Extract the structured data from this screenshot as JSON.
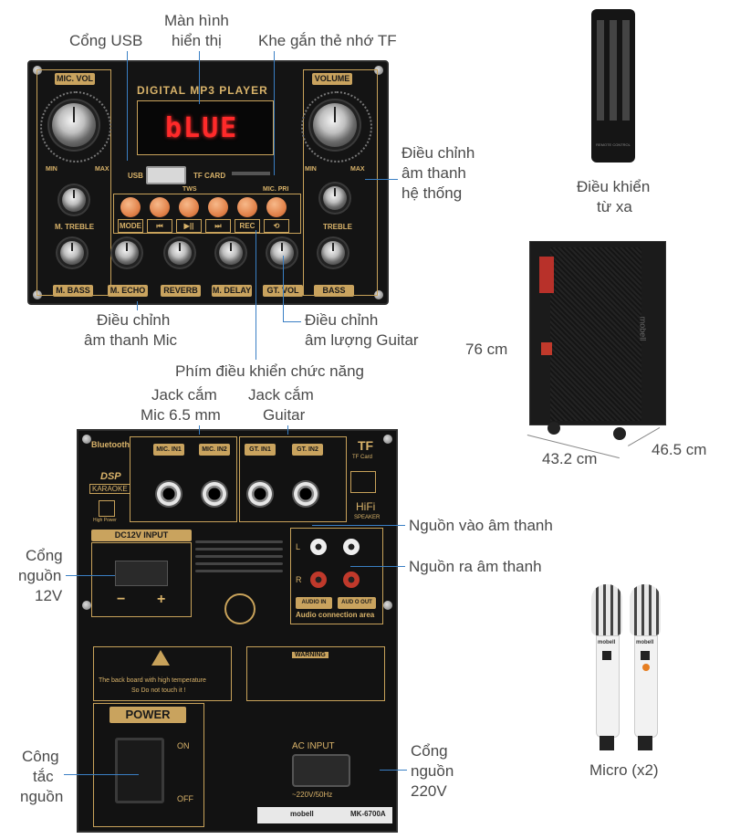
{
  "callouts": {
    "usb_port": "Cổng USB",
    "display_l1": "Màn hình",
    "display_l2": "hiển thị",
    "tf_slot": "Khe gắn thẻ nhớ TF",
    "system_l1": "Điều chỉnh",
    "system_l2": "âm thanh",
    "system_l3": "hệ thống",
    "mic_adj_l1": "Điều chỉnh",
    "mic_adj_l2": "âm thanh Mic",
    "guitar_adj_l1": "Điều chỉnh",
    "guitar_adj_l2": "âm lượng Guitar",
    "func_keys": "Phím điều khiển chức năng",
    "remote_l1": "Điều khiển",
    "remote_l2": "từ xa",
    "height": "76 cm",
    "width": "43.2 cm",
    "depth": "46.5 cm",
    "mic_jack_l1": "Jack cắm",
    "mic_jack_l2": "Mic 6.5 mm",
    "guitar_jack_l1": "Jack cắm",
    "guitar_jack_l2": "Guitar",
    "audio_in": "Nguồn vào âm thanh",
    "audio_out": "Nguồn ra âm thanh",
    "dc_l1": "Cổng",
    "dc_l2": "nguồn",
    "dc_l3": "12V",
    "switch_l1": "Công",
    "switch_l2": "tắc",
    "switch_l3": "nguồn",
    "ac_l1": "Cổng",
    "ac_l2": "nguồn",
    "ac_l3": "220V",
    "micro": "Micro (x2)"
  },
  "panel": {
    "title": "DIGITAL MP3 PLAYER",
    "display_text": "bLUE",
    "mic_vol": "MIC. VOL",
    "volume": "VOLUME",
    "min": "MIN",
    "max": "MAX",
    "usb": "USB",
    "tf_card": "TF CARD",
    "tws": "TWS",
    "mic_pri": "MIC. PRI",
    "m_treble": "M. TREBLE",
    "treble": "TREBLE",
    "buttons": [
      "MODE",
      "⏮",
      "▶||",
      "⏭",
      "REC",
      "⟲"
    ],
    "bottom_tags": [
      "M. BASS",
      "M. ECHO",
      "REVERB",
      "M. DELAY",
      "GT. VOL",
      "BASS"
    ]
  },
  "back": {
    "bluetooth": "Bluetooth",
    "dsp": "DSP",
    "karaoke": "KARAOKE",
    "high_power": "High Power",
    "mic_in1": "MIC. IN1",
    "mic_in2": "MIC. IN2",
    "gt_in1": "GT. IN1",
    "gt_in2": "GT. IN2",
    "tf": "TF",
    "tf_card": "TF Card",
    "hifi": "HiFi",
    "speaker": "SPEAKER",
    "dc_input": "DC12V INPUT",
    "minus": "−",
    "plus": "+",
    "l": "L",
    "r": "R",
    "audio_in": "AUDIO IN",
    "audio_out": "AUD O OUT",
    "audio_area": "Audio connection area",
    "warn_text_l1": "The back board with high temperature",
    "warn_text_l2": "So Do not touch it !",
    "warning": "WARNING",
    "power": "POWER",
    "on": "ON",
    "off": "OFF",
    "ac_input": "AC INPUT",
    "ac_rating": "~220V/50Hz",
    "brand": "mobell",
    "model": "MK-6700A"
  },
  "remote": {
    "brand_text": "REMOTE CONTROL"
  },
  "speaker": {
    "brand": "mobell"
  },
  "mic": {
    "brand": "mobell"
  },
  "colors": {
    "callout_line": "#3a7fc4",
    "gold": "#d9b36a",
    "orange_button": "#e2834b",
    "led_red": "#ff2a2a"
  }
}
